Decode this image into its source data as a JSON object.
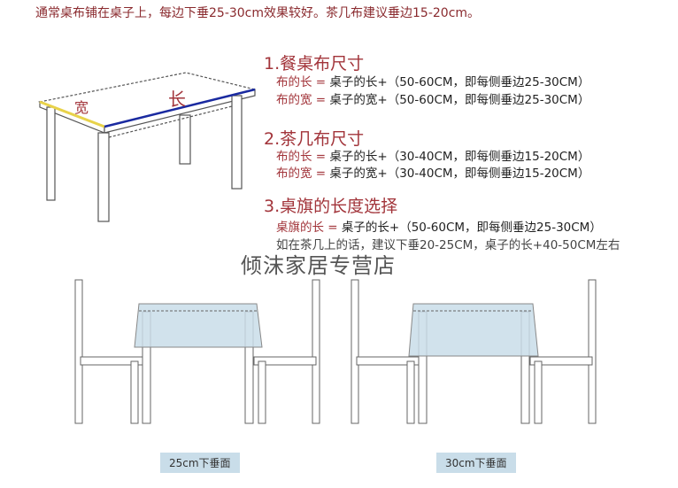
{
  "top_note": "通常桌布铺在桌子上，每边下垂25-30cm效果较好。茶几布建议垂边15-20cm。",
  "table_labels": {
    "width": "宽",
    "length": "长"
  },
  "sections": [
    {
      "title": "1.餐桌布尺寸",
      "lines": [
        {
          "key": "布的长 =",
          "value": " 桌子的长+（50-60CM，即每侧垂边25-30CM）"
        },
        {
          "key": "布的宽 =",
          "value": " 桌子的宽+（50-60CM，即每侧垂边25-30CM）"
        }
      ]
    },
    {
      "title": "2.茶几布尺寸",
      "lines": [
        {
          "key": "布的长 =",
          "value": " 桌子的长+（30-40CM，即每侧垂边15-20CM）"
        },
        {
          "key": "布的宽 =",
          "value": " 桌子的宽+（30-40CM，即每侧垂边15-20CM）"
        }
      ]
    },
    {
      "title": "3.桌旗的长度选择",
      "lines": [
        {
          "key": "桌旗的长 =",
          "value": " 桌子的长+（50-60CM，即每侧垂边25-30CM）"
        },
        {
          "key": "",
          "value": "如在茶几上的话，建议下垂20-25CM，桌子的长+40-50CM左右"
        }
      ]
    }
  ],
  "watermark": "倾沫家居专营店",
  "captions": [
    "25cm下垂面",
    "30cm下垂面"
  ],
  "colors": {
    "accent": "#a2343a",
    "cloth": "#c9dde9",
    "width_edge": "#e8d24a",
    "length_edge": "#1a2aa0"
  }
}
